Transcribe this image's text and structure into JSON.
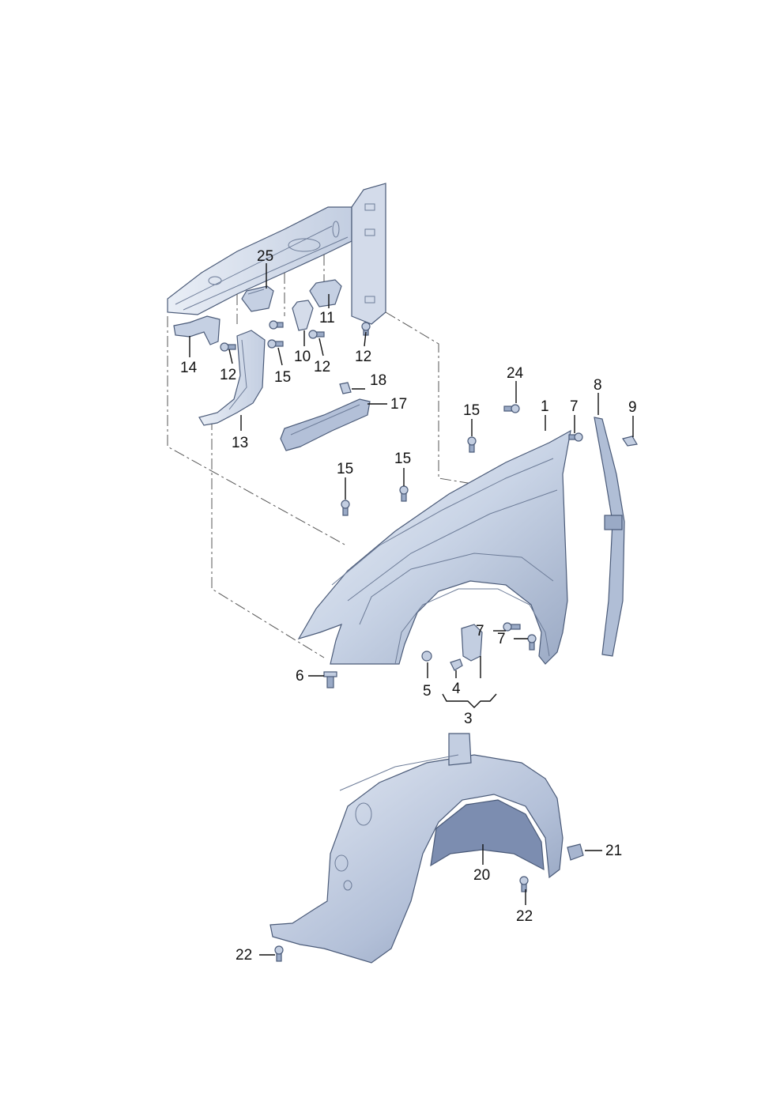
{
  "colors": {
    "part_fill_light": "#dfe6f2",
    "part_fill_mid": "#b9c6dc",
    "part_fill_dark": "#7f8fae",
    "outline": "#4a5a78",
    "label": "#111111"
  },
  "callouts": {
    "c1": "1",
    "c3": "3",
    "c4": "4",
    "c5": "5",
    "c6": "6",
    "c7a": "7",
    "c7b": "7",
    "c7c": "7",
    "c8": "8",
    "c9": "9",
    "c10": "10",
    "c11": "11",
    "c12a": "12",
    "c12b": "12",
    "c12c": "12",
    "c13": "13",
    "c14": "14",
    "c15a": "15",
    "c15b": "15",
    "c15c": "15",
    "c15d": "15",
    "c17": "17",
    "c18": "18",
    "c20": "20",
    "c21": "21",
    "c22a": "22",
    "c22b": "22",
    "c24": "24",
    "c25": "25"
  }
}
